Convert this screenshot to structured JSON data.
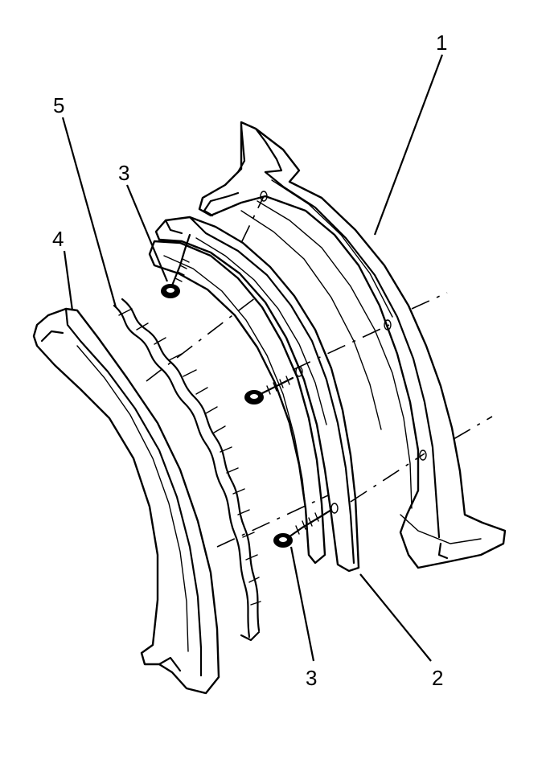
{
  "callouts": {
    "c1": "1",
    "c2": "2",
    "c3_top": "3",
    "c3_bottom": "3",
    "c4": "4",
    "c5": "5"
  }
}
